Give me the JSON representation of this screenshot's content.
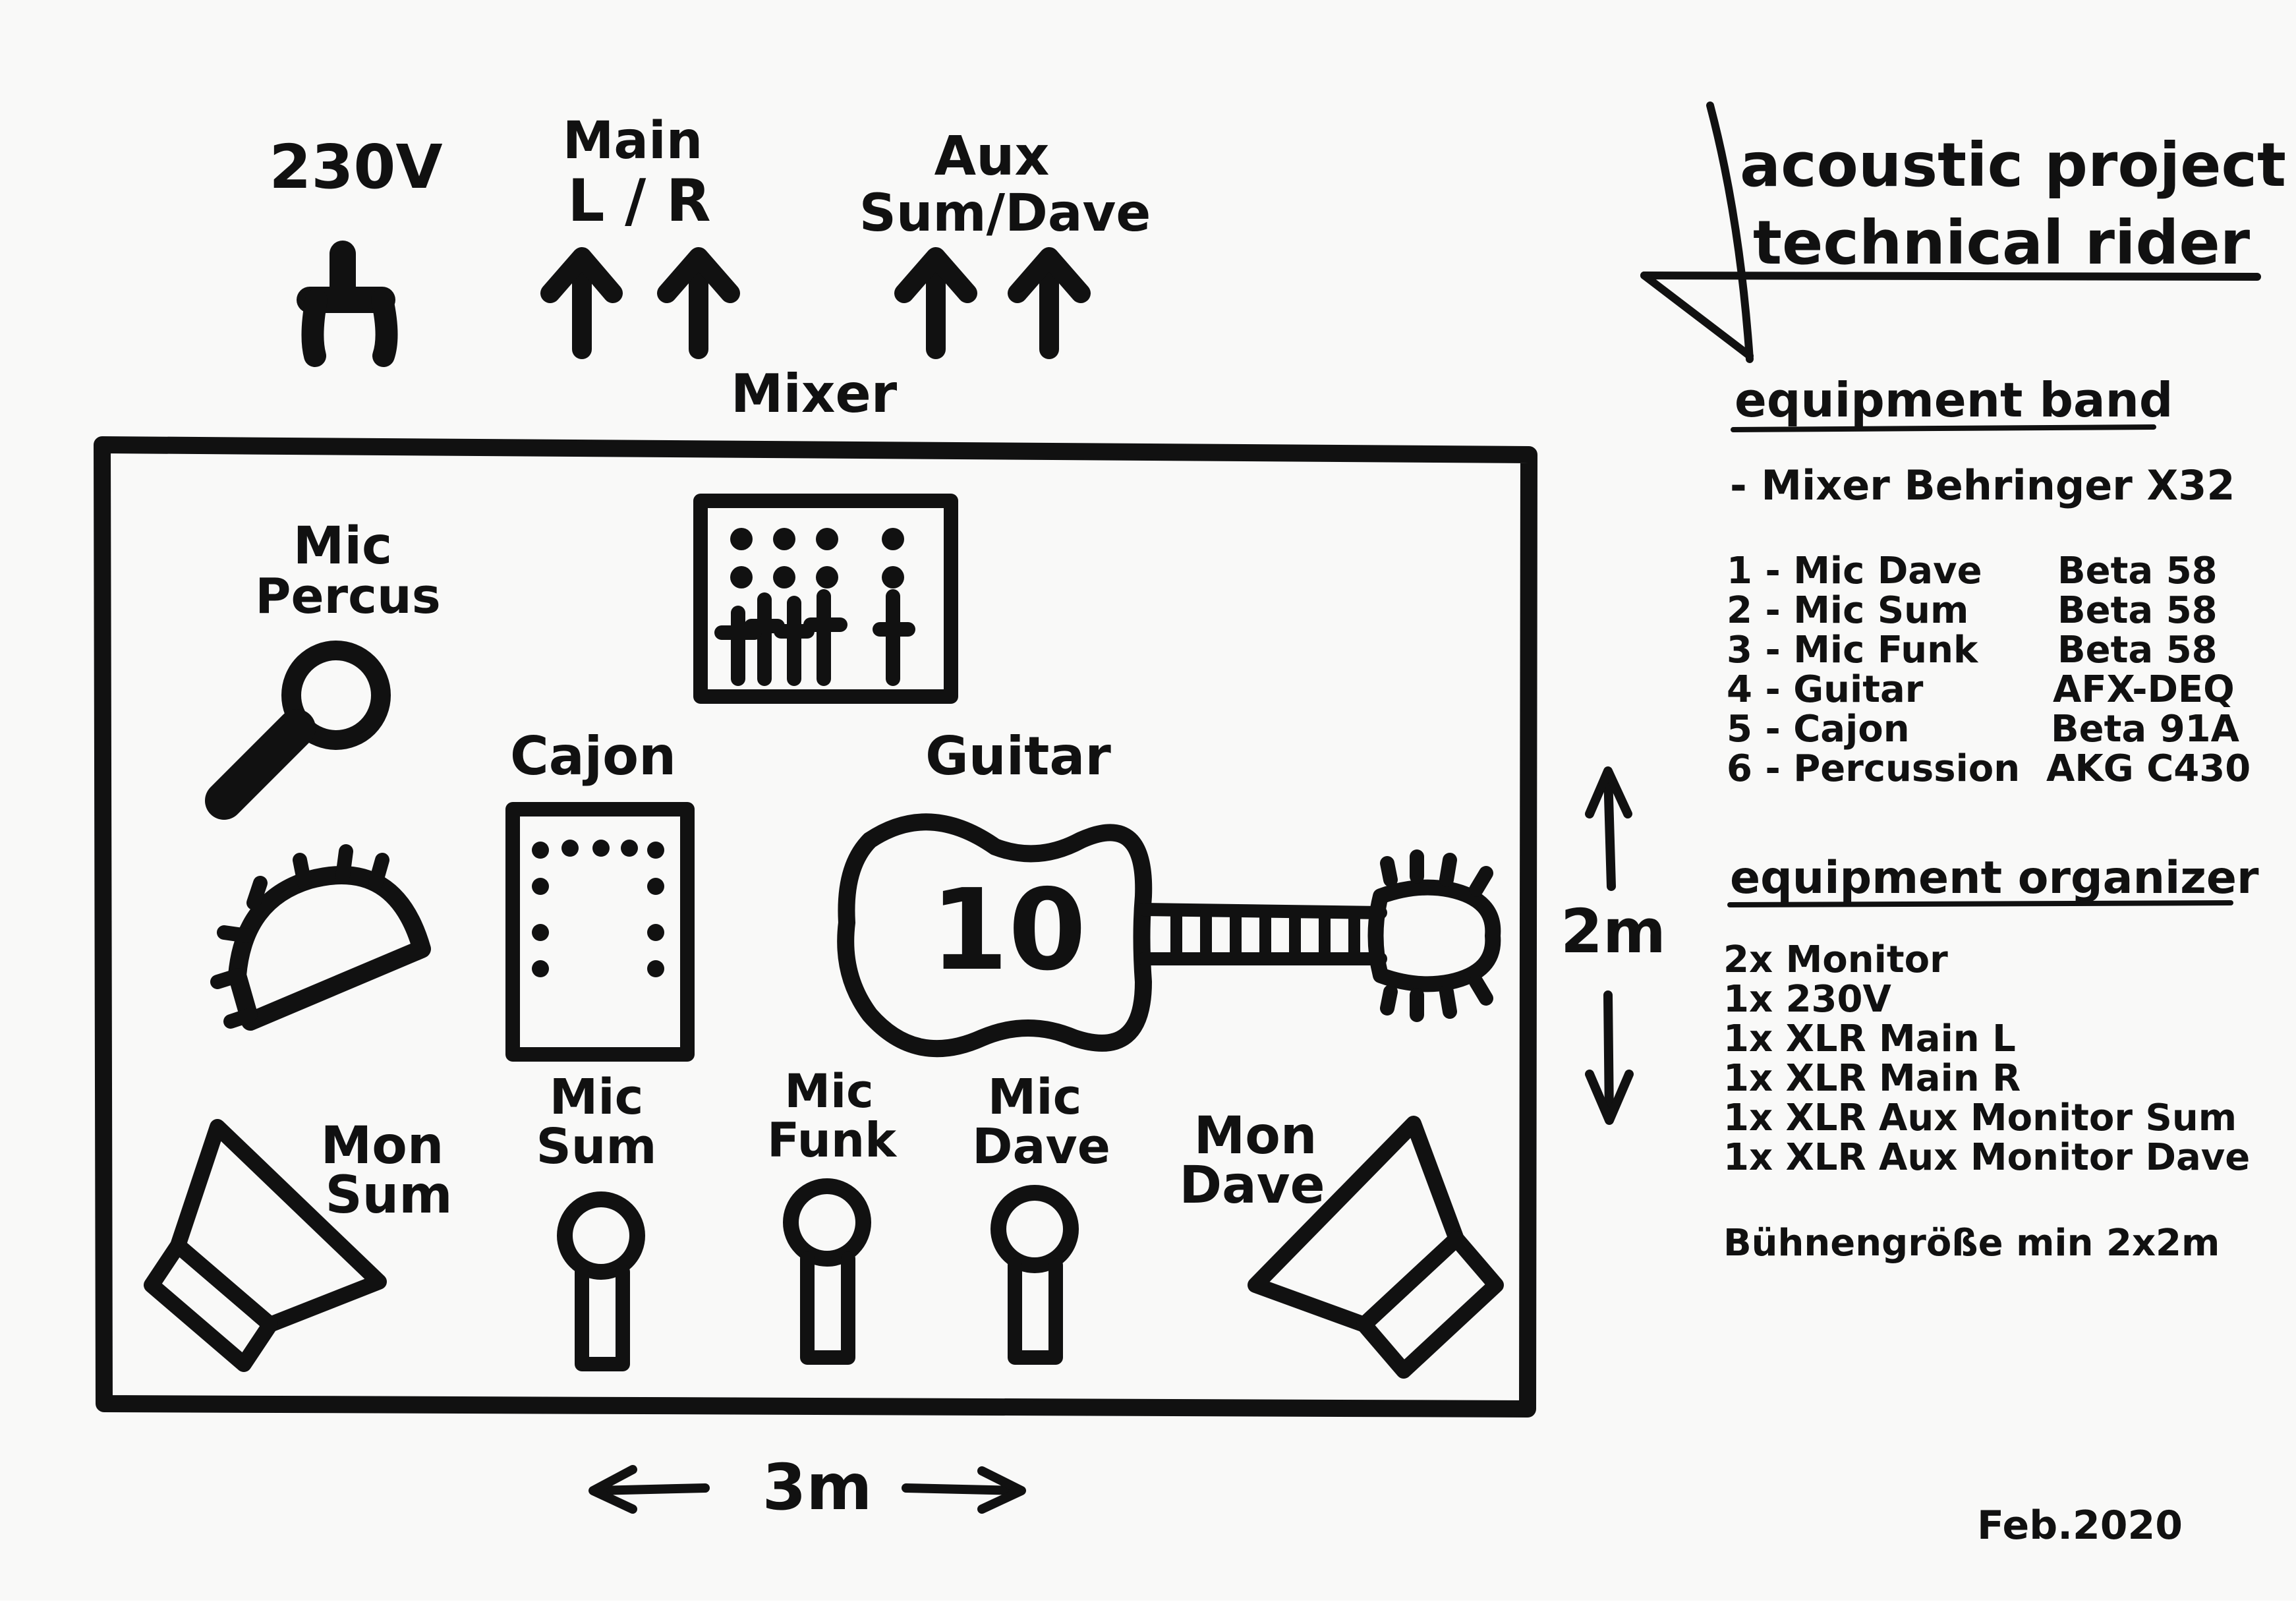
{
  "title": {
    "line1": "acoustic project",
    "line2": "technical rider"
  },
  "connections": {
    "power": "230V",
    "main_line1": "Main",
    "main_line2": "L / R",
    "aux_line1": "Aux",
    "aux_line2": "Sum/Dave",
    "mixer": "Mixer"
  },
  "stage": {
    "mic_percus_line1": "Mic",
    "mic_percus_line2": "Percus",
    "cajon": "Cajon",
    "guitar": "Guitar",
    "guitar_body_number": "10",
    "mon_sum_line1": "Mon",
    "mon_sum_line2": "Sum",
    "mic_sum_line1": "Mic",
    "mic_sum_line2": "Sum",
    "mic_funk_line1": "Mic",
    "mic_funk_line2": "Funk",
    "mic_dave_line1": "Mic",
    "mic_dave_line2": "Dave",
    "mon_dave_line1": "Mon",
    "mon_dave_line2": "Dave",
    "width": "3m",
    "depth": "2m"
  },
  "equipment_band": {
    "heading": "equipment band",
    "mixer": "- Mixer Behringer X32",
    "channels": [
      {
        "name": "1 - Mic Dave",
        "model": "Beta 58"
      },
      {
        "name": "2 - Mic Sum",
        "model": "Beta 58"
      },
      {
        "name": "3 - Mic Funk",
        "model": "Beta 58"
      },
      {
        "name": "4 - Guitar",
        "model": "AFX-DEQ"
      },
      {
        "name": "5 - Cajon",
        "model": "Beta 91A"
      },
      {
        "name": "6 - Percussion",
        "model": "AKG C430"
      }
    ]
  },
  "equipment_organizer": {
    "heading": "equipment organizer",
    "items": [
      "2x Monitor",
      "1x 230V",
      "1x XLR Main L",
      "1x XLR Main R",
      "1x XLR Aux Monitor Sum",
      "1x XLR Aux Monitor Dave"
    ],
    "stage_size": "Bühnengröße min 2x2m"
  },
  "date": "Feb.2020"
}
